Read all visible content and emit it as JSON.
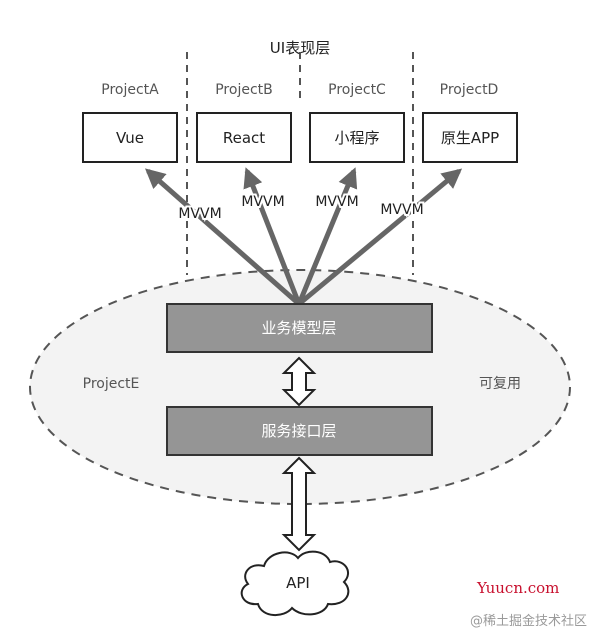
{
  "top_title": "UI表现层",
  "projects": [
    {
      "label": "ProjectA",
      "box": "Vue",
      "arrow_label": "MVVM"
    },
    {
      "label": "ProjectB",
      "box": "React",
      "arrow_label": "MVVM"
    },
    {
      "label": "ProjectC",
      "box": "小程序",
      "arrow_label": "MVVM"
    },
    {
      "label": "ProjectD",
      "box": "原生APP",
      "arrow_label": "MVVM"
    }
  ],
  "ellipse": {
    "left_label": "ProjectE",
    "right_label": "可复用"
  },
  "layers": {
    "business": "业务模型层",
    "service": "服务接口层"
  },
  "cloud_label": "API",
  "watermark": {
    "site": "Yuucn.com",
    "community": "@稀土掘金技术社区"
  },
  "colors": {
    "layer_fill": "#959595",
    "arrow": "#666666",
    "ellipse_fill": "#f3f3f3",
    "dashed": "#555555"
  }
}
